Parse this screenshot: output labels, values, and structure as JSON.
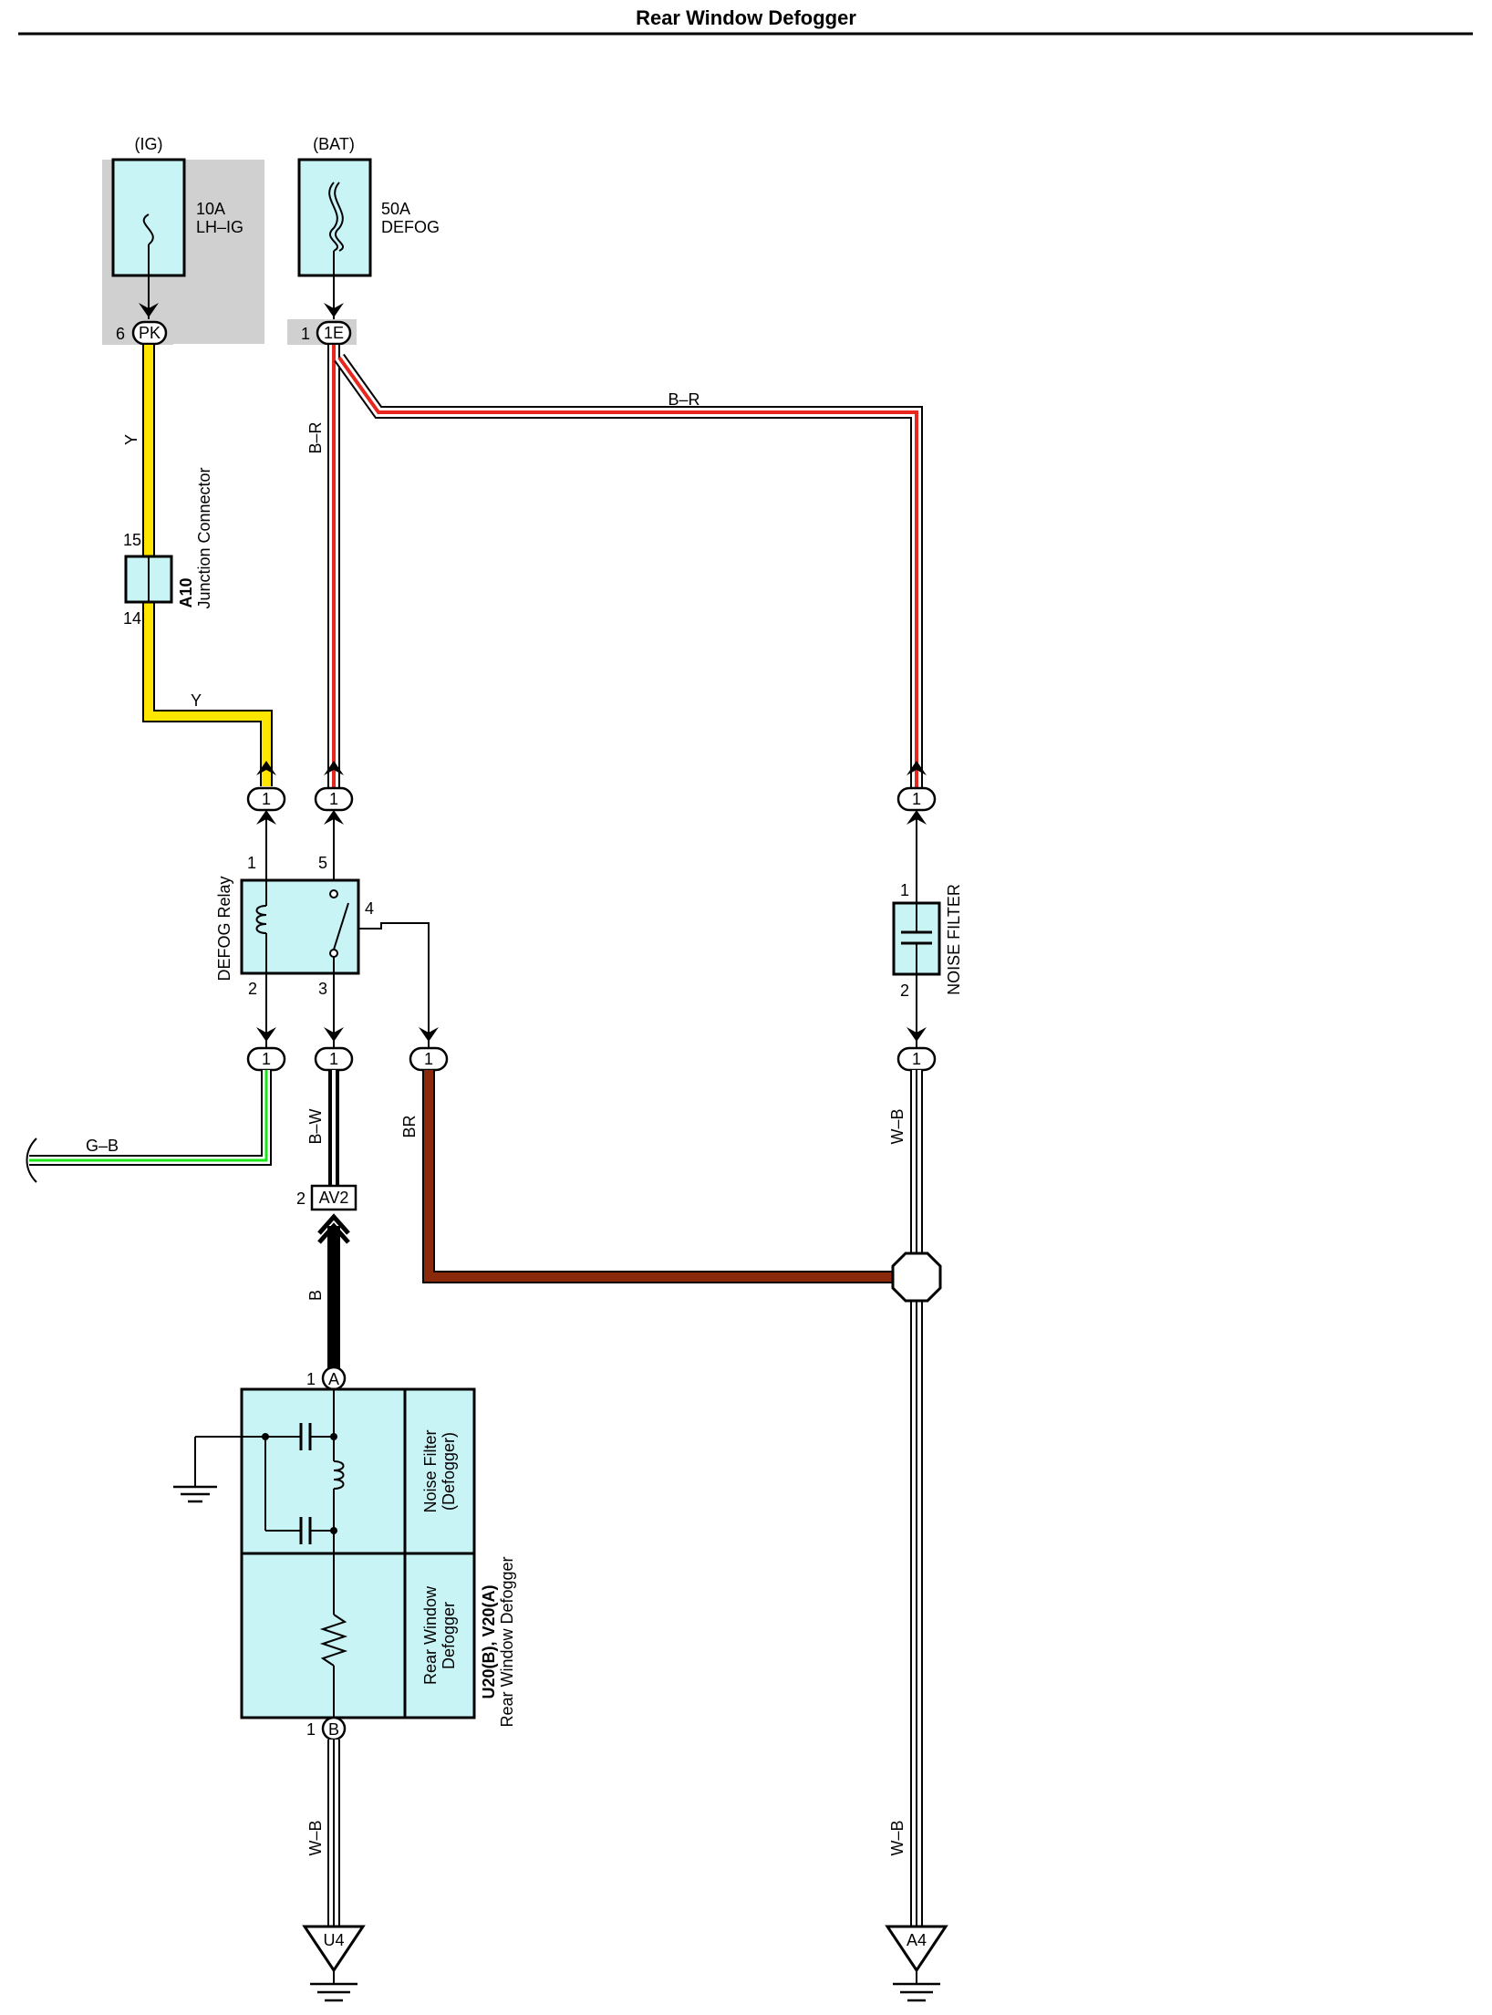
{
  "title": "Rear Window Defogger",
  "sources": {
    "ig": {
      "label": "(IG)",
      "fuse_rating": "10A",
      "fuse_name": "LH–IG",
      "connector_pin": "6",
      "connector": "PK"
    },
    "bat": {
      "label": "(BAT)",
      "fuse_rating": "50A",
      "fuse_name": "DEFOG",
      "connector_pin": "1",
      "connector": "1E"
    }
  },
  "wires": {
    "y_top": "Y",
    "y_mid": "Y",
    "br_left": "B–R",
    "br_top": "B–R",
    "gb": "G–B",
    "bw": "B–W",
    "br": "BR",
    "b": "B",
    "wb_nf": "W–B",
    "wb_left_bottom": "W–B",
    "wb_right_bottom": "W–B"
  },
  "junction_connector": {
    "id": "A10",
    "name": "Junction Connector",
    "pin_top": "15",
    "pin_bottom": "14"
  },
  "relay": {
    "name": "DEFOG Relay",
    "pin1": "1",
    "pin2": "2",
    "pin3": "3",
    "pin4": "4",
    "pin5": "5",
    "conn_top_left": "1",
    "conn_top_right": "1",
    "conn_bot_left": "1",
    "conn_bot_mid": "1",
    "conn_bot_right": "1"
  },
  "noise_filter": {
    "name": "NOISE FILTER",
    "pin_top": "1",
    "pin_bottom": "2",
    "conn_top": "1",
    "conn_bottom": "1"
  },
  "av2": {
    "pin": "2",
    "id": "AV2"
  },
  "defogger": {
    "id": "U20(B), V20(A)",
    "name": "Rear Window Defogger",
    "section_top": [
      "Noise Filter",
      "(Defogger)"
    ],
    "section_bottom": [
      "Rear Window",
      "Defogger"
    ],
    "pin_a_num": "1",
    "pin_a": "A",
    "pin_b_num": "1",
    "pin_b": "B"
  },
  "grounds": {
    "left": "U4",
    "right": "A4"
  },
  "colors": {
    "box_fill": "#c8f4f6",
    "yellow": "#ffe600",
    "brown": "#8b2a0a",
    "red": "#e8281e",
    "green": "#19e619",
    "grey_bg": "#d0d0d0"
  }
}
